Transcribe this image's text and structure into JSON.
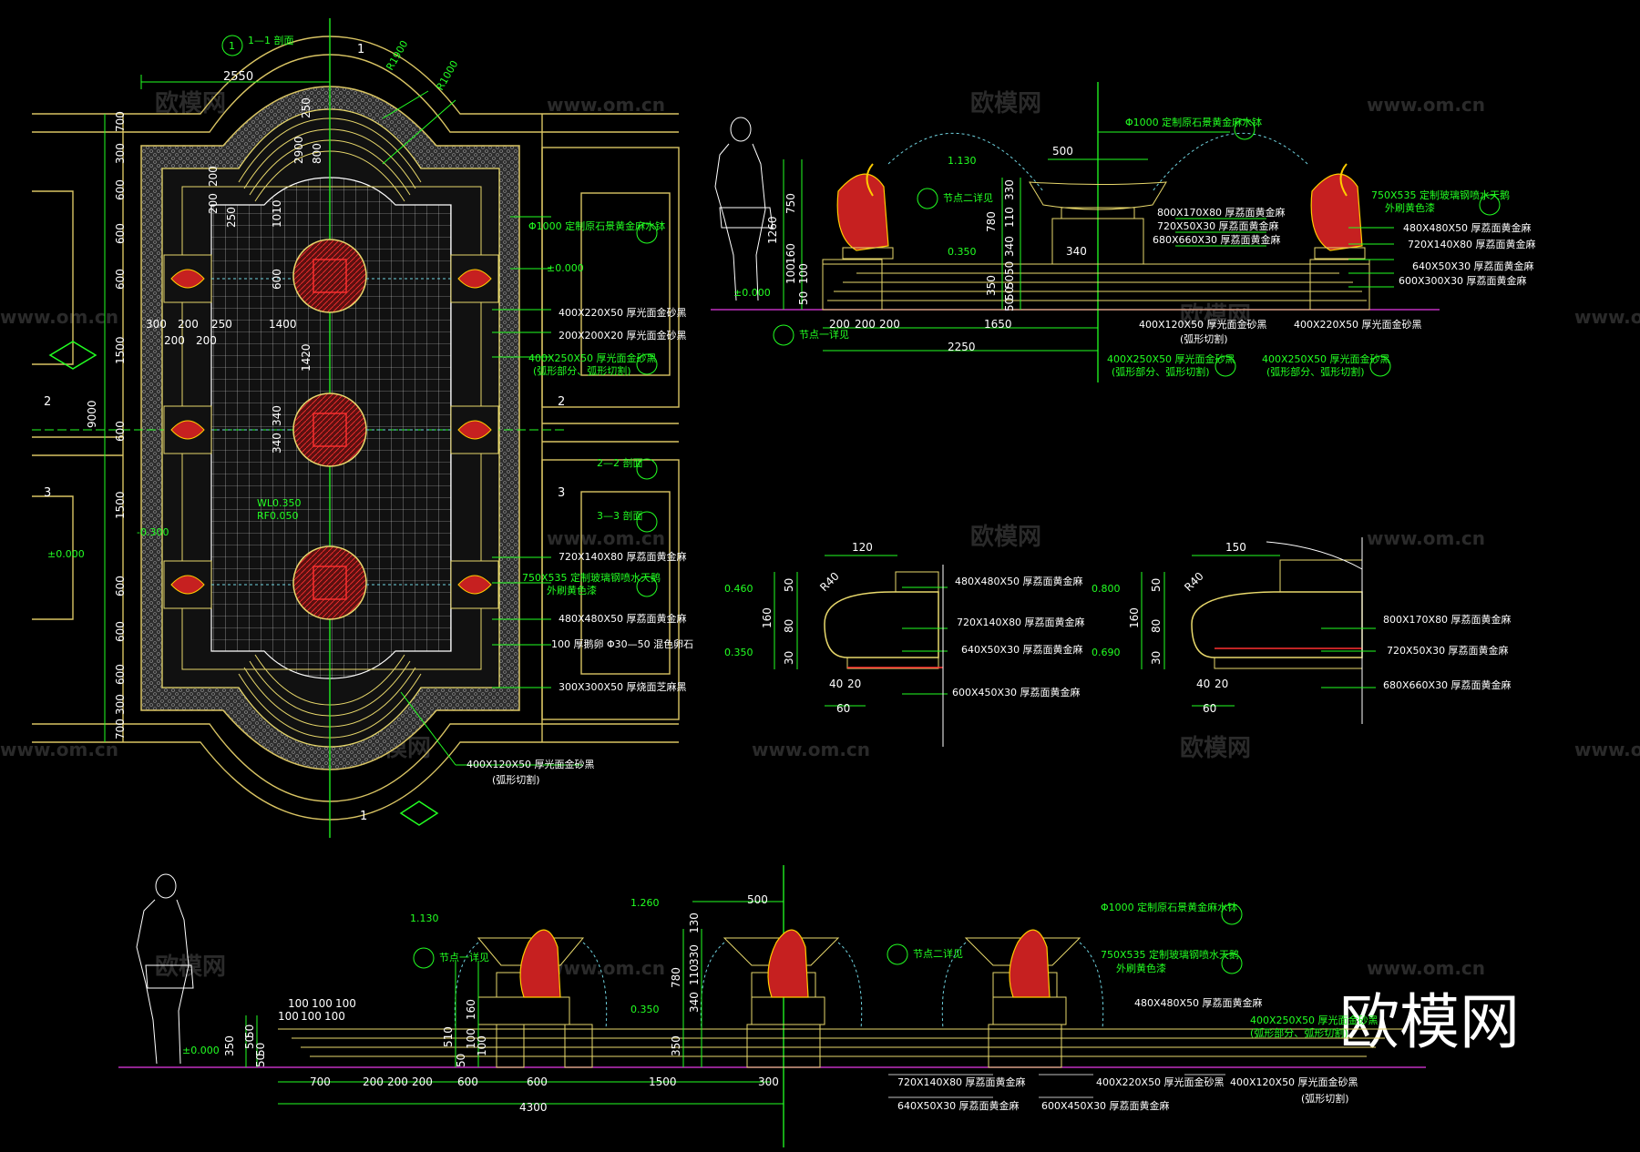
{
  "watermark": {
    "brand": "欧模网",
    "url": "www.om.cn",
    "logo_text": "欧模网"
  },
  "plan": {
    "section_labels": [
      "1—1 剖面",
      "2—2 剖面",
      "3—3 剖面"
    ],
    "radius_labels": [
      "R1900",
      "R1000"
    ],
    "dims": {
      "top_width": "2550",
      "left_stack": [
        "700",
        "300",
        "600",
        "600",
        "600",
        "1500",
        "600",
        "1500",
        "600",
        "600",
        "600",
        "300",
        "700"
      ],
      "total": "9000",
      "mid": [
        "300",
        "200",
        "250",
        "200",
        "200",
        "1400",
        "1420",
        "340",
        "340"
      ],
      "top_stack": [
        "250",
        "800",
        "2900",
        "1010",
        "200",
        "250",
        "200",
        "600"
      ],
      "elev": [
        "±0.000",
        "±0.000",
        "WL0.350",
        "RF0.050",
        "-0.300"
      ]
    },
    "callouts": [
      "Φ1000 定制原石景黄金麻水钵",
      "±0.000",
      "400X220X50 厚光面金砂黑",
      "200X200X20 厚光面金砂黑",
      "400X250X50 厚光面金砂黑",
      "(弧形部分、弧形切割)",
      "720X140X80 厚荔面黄金麻",
      "750X535 定制玻璃钢喷水天鹅",
      "外刷黄色漆",
      "480X480X50 厚荔面黄金麻",
      "100 厚鹅卵 Φ30—50 混色卵石",
      "300X300X50 厚烧面芝麻黑",
      "400X120X50 厚光面金砂黑",
      "(弧形切割)"
    ],
    "markers": [
      "1",
      "1",
      "2",
      "2",
      "3",
      "3"
    ]
  },
  "elev1": {
    "elevs": [
      "1.130",
      "0.350",
      "±0.000"
    ],
    "dims_v": [
      "1260",
      "750",
      "160",
      "100",
      "100",
      "50",
      "330",
      "780",
      "110",
      "340",
      "350",
      "50",
      "50",
      "50",
      "50"
    ],
    "dims_h": [
      "200",
      "200",
      "200",
      "1650",
      "2250",
      "500",
      "340"
    ],
    "nodes": [
      "节点二详见",
      "节点一详见"
    ],
    "callouts": [
      "Φ1000 定制原石景黄金麻水钵",
      "800X170X80 厚荔面黄金麻",
      "720X50X30 厚荔面黄金麻",
      "680X660X30 厚荔面黄金麻",
      "750X535 定制玻璃钢喷水天鹅",
      "外刷黄色漆",
      "480X480X50 厚荔面黄金麻",
      "720X140X80 厚荔面黄金麻",
      "640X50X30 厚荔面黄金麻",
      "600X300X30 厚荔面黄金麻",
      "400X120X50 厚光面金砂黑",
      "(弧形切割)",
      "400X220X50 厚光面金砂黑",
      "400X250X50 厚光面金砂黑",
      "(弧形部分、弧形切割)",
      "400X250X50 厚光面金砂黑",
      "(弧形部分、弧形切割)"
    ]
  },
  "detail1": {
    "top": "120",
    "radius": "R40",
    "elevs": [
      "0.460",
      "0.350"
    ],
    "dims_v": [
      "50",
      "160",
      "80",
      "30"
    ],
    "dims_h": [
      "40",
      "20",
      "60"
    ],
    "callouts": [
      "480X480X50 厚荔面黄金麻",
      "720X140X80 厚荔面黄金麻",
      "640X50X30 厚荔面黄金麻",
      "600X450X30 厚荔面黄金麻"
    ]
  },
  "detail2": {
    "top": "150",
    "radius": "R40",
    "elevs": [
      "0.800",
      "0.690"
    ],
    "dims_v": [
      "50",
      "160",
      "80",
      "30"
    ],
    "dims_h": [
      "40",
      "20",
      "60"
    ],
    "callouts": [
      "800X170X80 厚荔面黄金麻",
      "720X50X30 厚荔面黄金麻",
      "680X660X30 厚荔面黄金麻"
    ]
  },
  "elev2": {
    "elevs": [
      "1.130",
      "1.260",
      "0.350",
      "±0.000"
    ],
    "dims_top": [
      "500"
    ],
    "dims_v": [
      "130",
      "330",
      "780",
      "110",
      "340",
      "350",
      "160",
      "100",
      "100",
      "50",
      "510",
      "350",
      "50",
      "50",
      "50",
      "50"
    ],
    "dims_h": [
      "700",
      "200",
      "200",
      "200",
      "600",
      "600",
      "1500",
      "300",
      "4300"
    ],
    "dims_steps": [
      "100",
      "100",
      "100",
      "100",
      "100",
      "100"
    ],
    "nodes": [
      "节点一详见",
      "节点二详见"
    ],
    "callouts": [
      "Φ1000 定制原石景黄金麻水钵",
      "750X535 定制玻璃钢喷水天鹅",
      "外刷黄色漆",
      "480X480X50 厚荔面黄金麻",
      "400X250X50 厚光面金砂黑",
      "(弧形部分、弧形切割)",
      "720X140X80 厚荔面黄金麻",
      "640X50X30 厚荔面黄金麻",
      "400X220X50 厚光面金砂黑",
      "600X450X30 厚荔面黄金麻",
      "400X120X50 厚光面金砂黑",
      "(弧形切割)"
    ]
  }
}
